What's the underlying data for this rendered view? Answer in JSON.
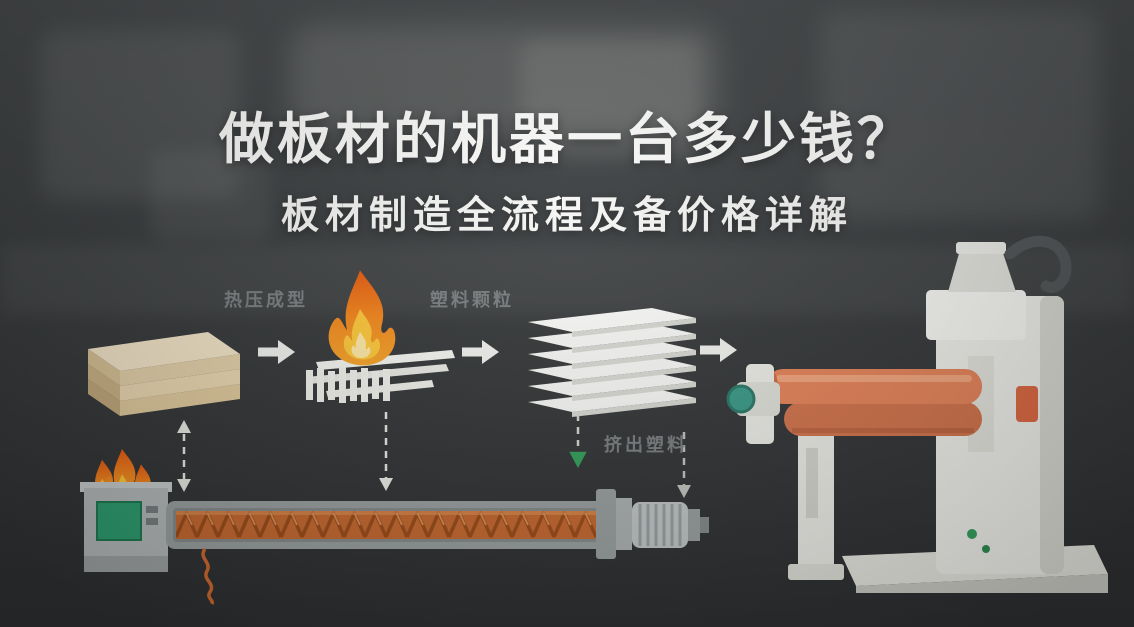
{
  "header": {
    "title": "做板材的机器一台多少钱？",
    "subtitle": "板材制造全流程及备价格详解"
  },
  "process": {
    "labels": {
      "step1": "热压成型",
      "step2": "塑料颗粒",
      "step3": "挤出塑料"
    }
  },
  "colors": {
    "background": "#3b3e40",
    "title_text": "#fafafa",
    "board_beige": "#efdcb8",
    "flame_orange": "#f58a1f",
    "sheet_white": "#f6f6f3",
    "roller_orange": "#e8865c",
    "machine_gray": "#f1f1ee",
    "extruder_gray": "#b6babb",
    "screw_orange": "#c76a31",
    "accent_green": "#35a05c",
    "accent_teal": "#3d9c89"
  }
}
